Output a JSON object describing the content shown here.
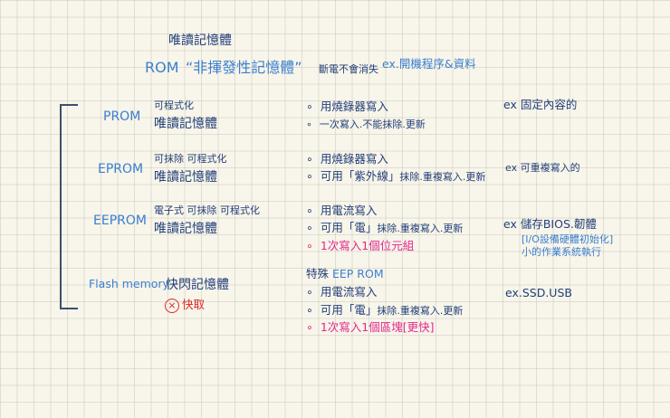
{
  "header": {
    "subtitle": "唯讀記憶體",
    "rom_label": "ROM",
    "rom_desc": "“非揮發性記憶體”",
    "rom_note": "斷電不會消失",
    "rom_example": "ex.開機程序&資料"
  },
  "rows": [
    {
      "name": "PROM",
      "desc_line1": "可程式化",
      "desc_line2": "唯讀記憶體",
      "bullets": [
        {
          "text": "用燒錄器寫入",
          "color": "navy"
        },
        {
          "text": "一次寫入.不能抹除.更新",
          "color": "navy"
        }
      ],
      "example": "ex 固定內容的"
    },
    {
      "name": "EPROM",
      "desc_line1": "可抹除 可程式化",
      "desc_line2": "唯讀記憶體",
      "bullets": [
        {
          "text": "用燒錄器寫入",
          "color": "navy"
        },
        {
          "text_pre": "可用",
          "text_quote": "「紫外線」",
          "text_post": "抹除.重複寫入.更新",
          "color": "navy"
        }
      ],
      "example": "ex 可重複寫入的"
    },
    {
      "name": "EEPROM",
      "desc_line1": "電子式 可抹除 可程式化",
      "desc_line2": "唯讀記憶體",
      "bullets": [
        {
          "text": "用電流寫入",
          "color": "navy"
        },
        {
          "text_pre": "可用",
          "text_quote": "「電」",
          "text_post": "抹除.重複寫入.更新",
          "color": "navy"
        },
        {
          "text": "1次寫入1個位元組",
          "color": "pink"
        }
      ],
      "example": "ex 儲存BIOS.韌體",
      "example_sub1": "[I/O設備硬體初始化]",
      "example_sub2": "小的作業系統執行"
    },
    {
      "name": "Flash memory",
      "desc_line1": "快閃記憶體",
      "desc_note": "快取",
      "desc_note_icon": "circle-x-icon",
      "heading": "特殊",
      "heading_accent": "EEP ROM",
      "bullets": [
        {
          "text": "用電流寫入",
          "color": "navy"
        },
        {
          "text_pre": "可用",
          "text_quote": "「電」",
          "text_post": "抹除.重複寫入.更新",
          "color": "navy"
        },
        {
          "text": "1次寫入1個區塊[更快]",
          "color": "pink"
        }
      ],
      "example": "ex.SSD.USB"
    }
  ],
  "colors": {
    "navy": "#22407a",
    "blue": "#3a7fd0",
    "pink": "#e0288a",
    "red": "#e02828",
    "paper": "#f8f5ea"
  }
}
